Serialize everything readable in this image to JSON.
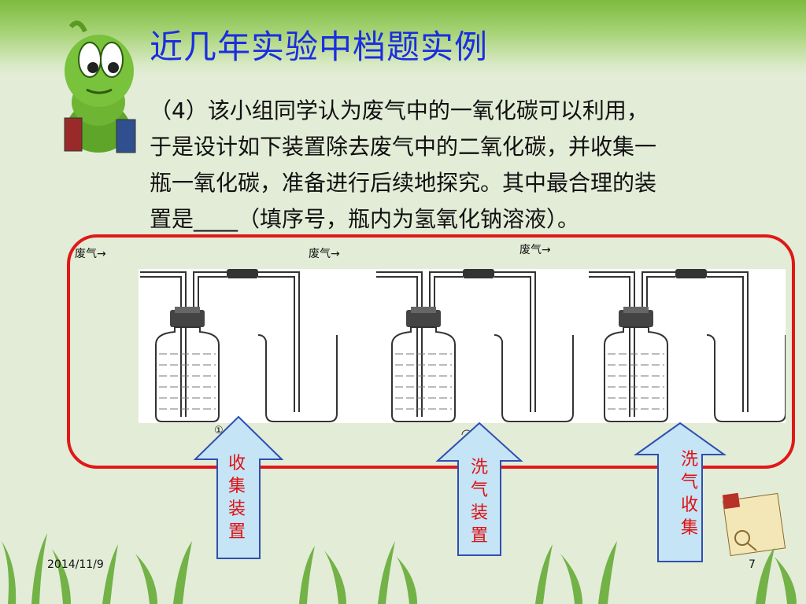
{
  "slide": {
    "title": "近几年实验中档题实例",
    "question_lines": [
      "（4）该小组同学认为废气中的一氧化碳可以利用，",
      "于是设计如下装置除去废气中的二氧化碳，并收集一",
      "瓶一氧化碳，准备进行后续地探究。其中最合理的装",
      "置是____（填序号，瓶内为氢氧化钠溶液）。"
    ],
    "gas_labels": [
      "废气→",
      "废气→",
      "废气→"
    ],
    "option_numbers": [
      "①"
    ],
    "arrows": [
      "收集装置",
      "洗气装置",
      "洗气收集"
    ],
    "footer": {
      "date": "2014/11/9",
      "page": "7"
    }
  },
  "colors": {
    "title": "#1a2ee0",
    "frame": "#e01818",
    "arrow_fill": "#c5e4f6",
    "arrow_stroke": "#2f4fb0",
    "arrow_text": "#e01010"
  },
  "icons": [
    "caterpillar-mascot",
    "grass-decoration",
    "notebook-decoration"
  ]
}
